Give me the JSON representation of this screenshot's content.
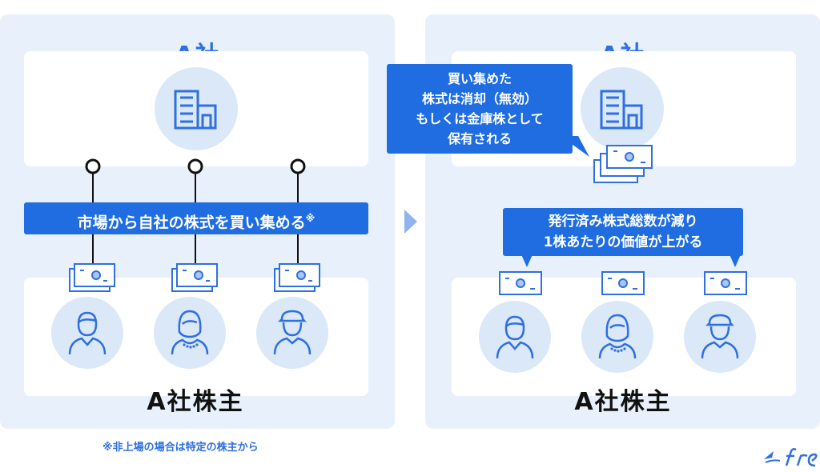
{
  "left": {
    "company_title": "A社",
    "banner_text": "市場から自社の株式を買い集める",
    "banner_mark": "※",
    "shareholders_title": "A社株主"
  },
  "right": {
    "company_title": "A社",
    "callout_lines": [
      "買い集めた",
      "株式は消却（無効）",
      "もしくは金庫株として",
      "保有される"
    ],
    "value_lines": [
      "発行済み株式総数が減り",
      "1株あたりの価値が上がる"
    ],
    "shareholders_title": "A社株主"
  },
  "footnote": "※非上場の場合は特定の株主から",
  "colors": {
    "accent": "#1f6de0",
    "panel": "#e8f1fb",
    "icon": "#2f6fe0"
  },
  "icons": [
    "building-icon",
    "share-certificate-icon",
    "person-man-icon",
    "person-woman-icon",
    "person-worker-icon",
    "arrow-right-icon",
    "freee-logo"
  ]
}
